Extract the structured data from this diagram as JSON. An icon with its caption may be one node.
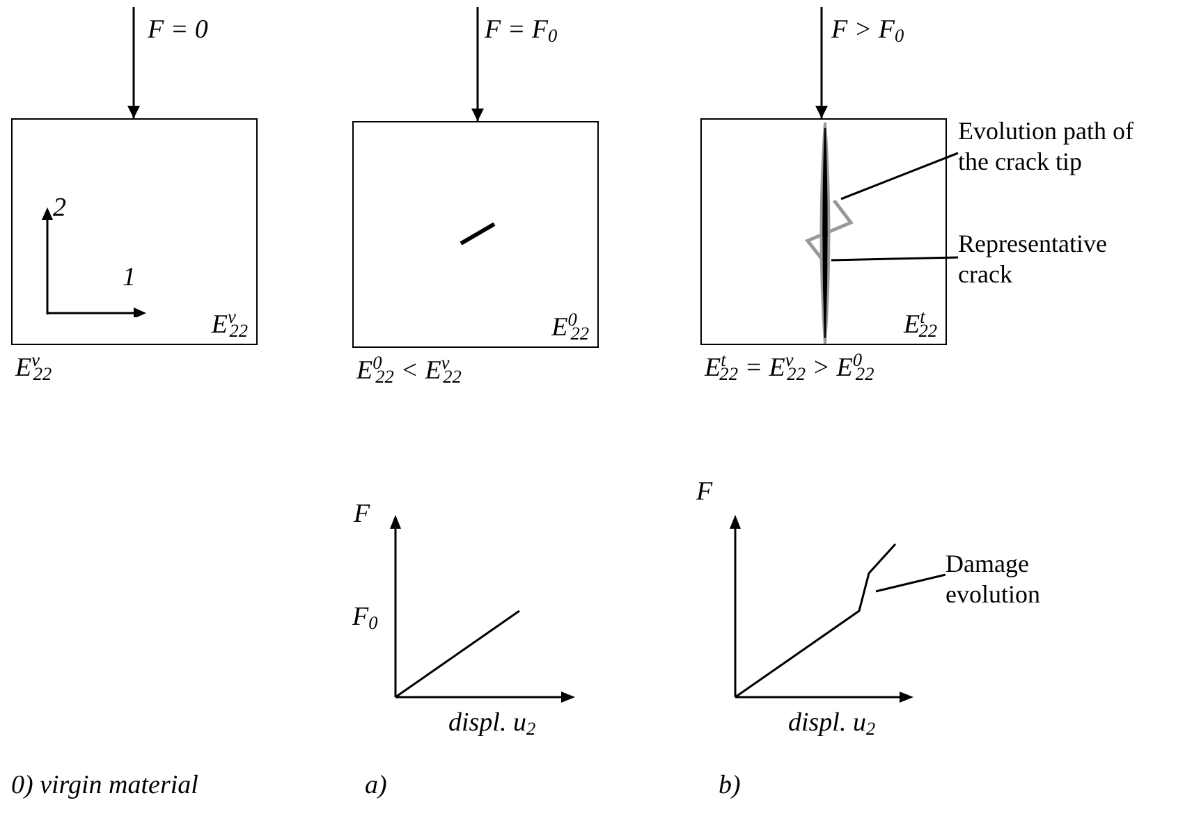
{
  "diagram": {
    "nodes": [
      {
        "text": [
          "E$^{v}$$_{22}$"
        ],
        "beside": [
          "E$^{v}$$_{22}$"
        ]
      },
      {
        "text": [
          "E$^{0}$$_{22}$"
        ],
        "beside": [
          "E$^{0}$$_{22}$ < E$^{v}$$_{22}$"
        ]
      },
      {
        "text": [
          "E$^{t}$$_{22}$"
        ],
        "beside": [
          "E$^{t}$$_{22}$ = E$^{v}$$_{22}$ > E$^{0}$$_{22}$"
        ]
      },
      {
        "text": [],
        "shape": "picture",
        "in": 2
      },
      {
        "text": [],
        "shape": "picture",
        "in": 2
      },
      {
        "text": [
          "Evolution path of the crack tip"
        ]
      },
      {
        "text": [
          "Representative crack"
        ]
      },
      {
        "text": [
          "Damage evolution"
        ]
      }
    ],
    "edges": [
      {
        "from": null,
        "to": 0,
        "arrow": "to",
        "label": "F = 0"
      },
      {
        "from": null,
        "to": 1,
        "arrow": "to",
        "label": "F = F$_{0}$"
      },
      {
        "from": null,
        "to": 2,
        "arrow": "to",
        "label": "F > F$_{0}$"
      },
      {
        "from": 5,
        "to": 3,
        "arrow": "none"
      },
      {
        "from": 6,
        "to": 4,
        "arrow": "none"
      },
      {
        "from": 7,
        "to": null,
        "arrow": "none"
      }
    ],
    "labels": [
      "2",
      "1",
      "F",
      "F$_{0}$",
      "displ. u$_{2}$",
      "F",
      "displ. u$_{2}$",
      "0) virgin material",
      "a)",
      "b)"
    ]
  }
}
